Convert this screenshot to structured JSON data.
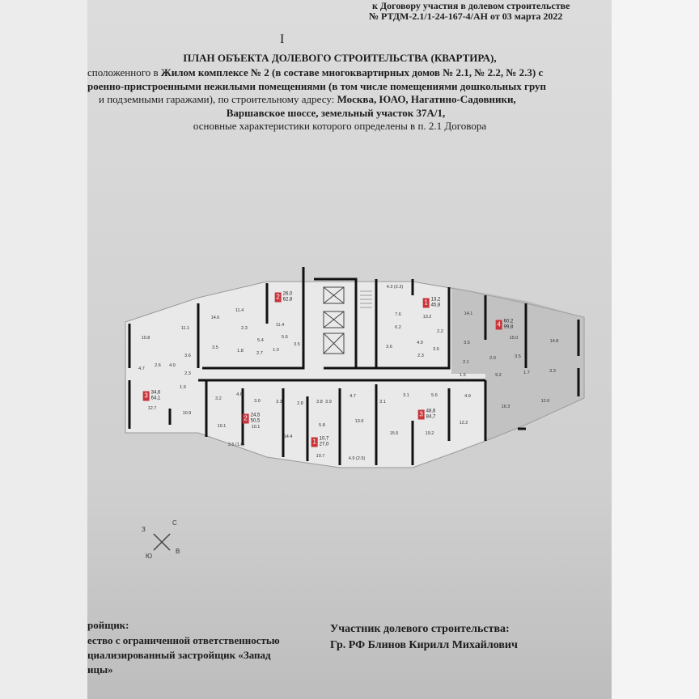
{
  "header": {
    "appendix_line1": "к Договору участия в долевом строительстве",
    "appendix_line2": "№ РТДМ-2.1/1-24-167-4/АН от 03 марта 2022",
    "title": "ПЛАН ОБЪЕКТА ДОЛЕВОГО СТРОИТЕЛЬСТВА (КВАРТИРА),",
    "line2_a": "сположенного в ",
    "line2_b": "Жилом комплексе № 2 (в составе многоквартирных домов № 2.1, № 2.2, № 2.3) с",
    "line3": "роенно-пристроенными нежилыми помещениями (в том числе помещениями дошкольных груп",
    "line4_a": "и подземными гаражами), по строительному адресу: ",
    "line4_b": "Москва, ЮАО, Нагатино-Садовники,",
    "line5": "Варшавское шоссе, земельный участок 37А/1,",
    "line6": "основные характеристики которого определены в п. 2.1 Договора"
  },
  "plan": {
    "highlight_color": "#a9a9a9",
    "badge_color": "#c8343a",
    "apartments": [
      {
        "rooms": "2",
        "living": "26,0",
        "total": "62,8"
      },
      {
        "rooms": "1",
        "living": "13,2",
        "total": "45,8"
      },
      {
        "rooms": "4",
        "living": "60,2",
        "total": "99,8"
      },
      {
        "rooms": "3",
        "living": "34,6",
        "total": "64,1"
      },
      {
        "rooms": "2",
        "living": "24,5",
        "total": "50,5"
      },
      {
        "rooms": "1",
        "living": "10,7",
        "total": "27,0"
      },
      {
        "rooms": "3",
        "living": "48,6",
        "total": "84,7"
      }
    ],
    "room_areas": [
      "10.8",
      "11.1",
      "14.6",
      "11.4",
      "11.4",
      "2.3",
      "5.6",
      "5.4",
      "3.5",
      "1.8",
      "2.7",
      "1.0",
      "3.5",
      "3.6",
      "4.7",
      "2.6",
      "4.0",
      "2.3",
      "1.9",
      "3.2",
      "4.6",
      "3.0",
      "3.3",
      "2.8",
      "3.8",
      "3.9",
      "4.7",
      "12.7",
      "10.9",
      "10.1",
      "10.1",
      "14.4",
      "3.5 (1.8)",
      "5.8",
      "10.7",
      "4.9 (2.5)",
      "13.9",
      "15.5",
      "3.1",
      "3.1",
      "5.6",
      "19.2",
      "4.9",
      "12.2",
      "16.3",
      "12.6",
      "9.2",
      "1.5",
      "1.7",
      "3.3",
      "2.1",
      "2.0",
      "3.5",
      "3.5",
      "14.8",
      "15.0",
      "14.1",
      "13.2",
      "2.2",
      "4.9",
      "2.3",
      "3.6",
      "3.6",
      "7.6",
      "6.2",
      "4.3 (2.2)"
    ],
    "compass": {
      "north": "С",
      "west": "З",
      "south": "Ю",
      "east": "В"
    }
  },
  "footer": {
    "developer_label": "ройщик:",
    "developer_line1": "ество с ограниченной ответственностью",
    "developer_line2": "циализированный застройщик «Запад",
    "developer_line3": "ицы»",
    "participant_label": "Участник долевого строительства:",
    "participant_name": "Гр. РФ Блинов Кирилл Михайлович"
  }
}
